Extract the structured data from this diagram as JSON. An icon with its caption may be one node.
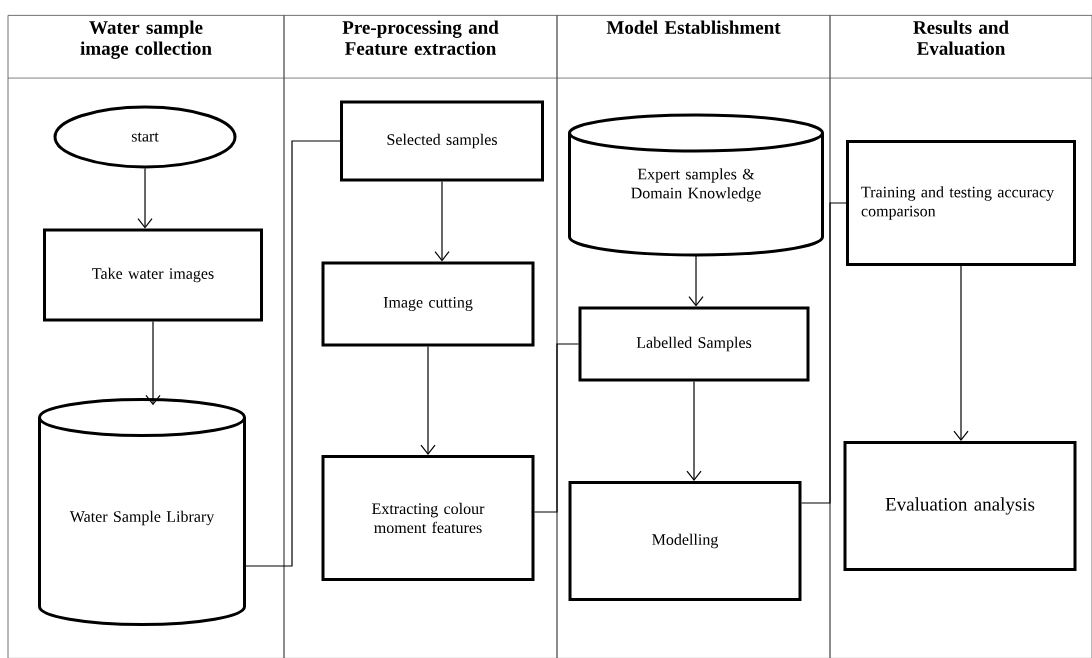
{
  "diagram": {
    "nodes": [
      {
        "text": [
          "Water sample image collection"
        ]
      },
      {
        "text": [
          "Pre-processing and Feature extraction"
        ]
      },
      {
        "text": [
          "Model Establishment"
        ]
      },
      {
        "text": [
          "Results and Evaluation"
        ]
      },
      {
        "text": [
          "start"
        ],
        "in": 0
      },
      {
        "text": [
          "Take water images"
        ],
        "in": 0
      },
      {
        "text": [
          "Water Sample Library"
        ],
        "in": 0
      },
      {
        "text": [
          "Selected samples"
        ],
        "in": 1
      },
      {
        "text": [
          "Image cutting"
        ],
        "in": 1
      },
      {
        "text": [
          "Extracting colour moment features"
        ],
        "in": 1
      },
      {
        "text": [
          "Expert samples & Domain Knowledge"
        ],
        "in": 2
      },
      {
        "text": [
          "Labelled Samples"
        ],
        "in": 2
      },
      {
        "text": [
          "Modelling"
        ],
        "in": 2
      },
      {
        "text": [
          "Training and testing accuracy comparison"
        ],
        "in": 3
      },
      {
        "text": [
          "Evaluation analysis"
        ],
        "in": 3
      }
    ],
    "edges": [
      {
        "from": 4,
        "to": 5,
        "arrow": "to"
      },
      {
        "from": 5,
        "to": 6,
        "arrow": "to"
      },
      {
        "from": 6,
        "to": 7,
        "arrow": "none"
      },
      {
        "from": 7,
        "to": 8,
        "arrow": "to"
      },
      {
        "from": 8,
        "to": 9,
        "arrow": "to"
      },
      {
        "from": 9,
        "to": 11,
        "arrow": "none"
      },
      {
        "from": 10,
        "to": 11,
        "arrow": "to"
      },
      {
        "from": 11,
        "to": 12,
        "arrow": "to"
      },
      {
        "from": 12,
        "to": 13,
        "arrow": "none"
      },
      {
        "from": 13,
        "to": 14,
        "arrow": "to"
      }
    ]
  }
}
